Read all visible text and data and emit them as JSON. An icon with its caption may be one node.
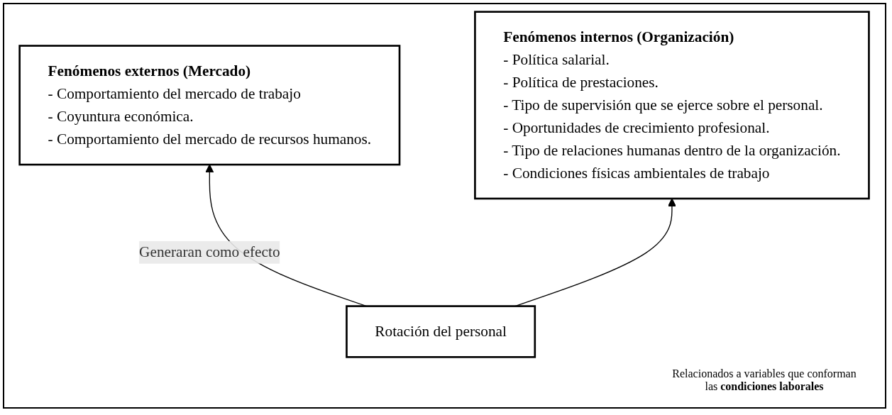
{
  "diagram": {
    "nodes": [
      {
        "text": [
          "Fenómenos externos (Mercado)",
          "- Comportamiento del mercado de trabajo",
          "- Coyuntura económica.",
          "- Comportamiento del mercado de recursos humanos."
        ]
      },
      {
        "text": [
          "Fenómenos internos (Organización)",
          "- Política salarial.",
          "- Política de prestaciones.",
          "- Tipo de supervisión que se ejerce sobre el personal.",
          "- Oportunidades de crecimiento profesional.",
          "- Tipo de relaciones humanas dentro de la organización.",
          "- Condiciones físicas ambientales de trabajo"
        ]
      },
      {
        "text": [
          "Rotación del personal"
        ]
      }
    ],
    "edges": [
      {
        "from": 2,
        "to": 0,
        "arrow": "to",
        "label": "Generaran como efecto"
      },
      {
        "from": 2,
        "to": 1,
        "arrow": "to"
      }
    ],
    "labels": [
      "Relacionados a variables que conforman las **condiciones laborales**"
    ]
  }
}
